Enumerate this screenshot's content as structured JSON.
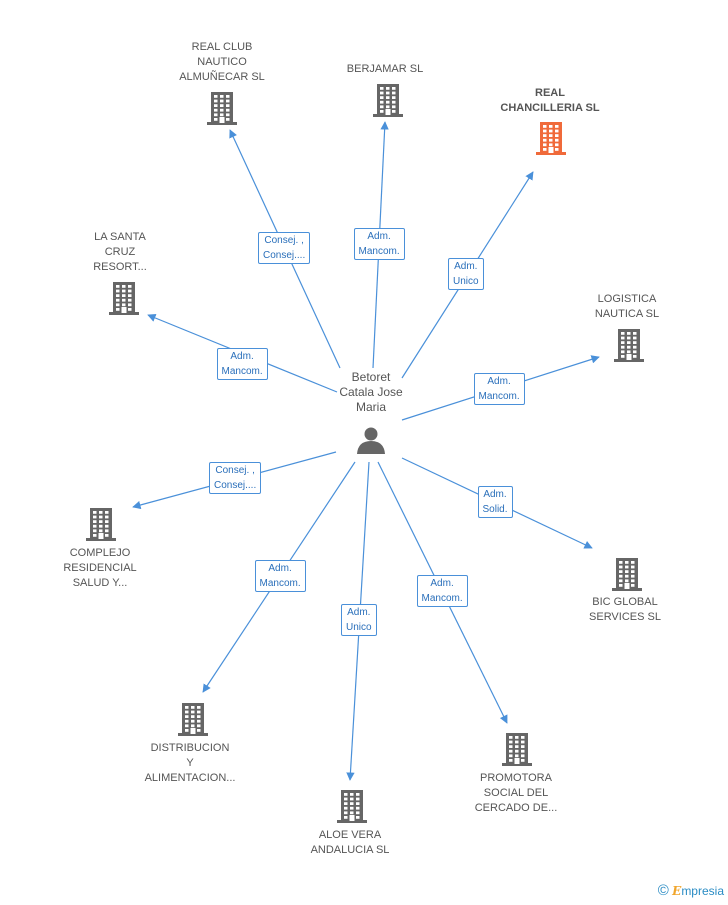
{
  "colors": {
    "edge": "#4a90d9",
    "building": "#666666",
    "highlight": "#f06a3a",
    "person": "#666666"
  },
  "center": {
    "name_lines": [
      "Betoret",
      "Catala Jose",
      "Maria"
    ],
    "icon": "person-icon"
  },
  "nodes": [
    {
      "id": "real-club",
      "lines": [
        "REAL CLUB",
        "NAUTICO",
        "ALMUÑECAR SL"
      ],
      "highlight": false,
      "role_lines": [
        "Consej. ,",
        "Consej...."
      ]
    },
    {
      "id": "berjamar",
      "lines": [
        "BERJAMAR SL"
      ],
      "highlight": false,
      "role_lines": [
        "Adm.",
        "Mancom."
      ]
    },
    {
      "id": "real-chancilleria",
      "lines": [
        "REAL",
        "CHANCILLERIA SL"
      ],
      "highlight": true,
      "role_lines": [
        "Adm.",
        "Unico"
      ]
    },
    {
      "id": "la-santa-cruz",
      "lines": [
        "LA SANTA",
        "CRUZ",
        "RESORT..."
      ],
      "highlight": false,
      "role_lines": [
        "Adm.",
        "Mancom."
      ]
    },
    {
      "id": "logistica-nautica",
      "lines": [
        "LOGISTICA",
        "NAUTICA SL"
      ],
      "highlight": false,
      "role_lines": [
        "Adm.",
        "Mancom."
      ]
    },
    {
      "id": "complejo-residencial",
      "lines": [
        "COMPLEJO",
        "RESIDENCIAL",
        "SALUD Y..."
      ],
      "highlight": false,
      "role_lines": [
        "Consej. ,",
        "Consej...."
      ]
    },
    {
      "id": "bic-global",
      "lines": [
        "BIC GLOBAL",
        "SERVICES  SL"
      ],
      "highlight": false,
      "role_lines": [
        "Adm.",
        "Solid."
      ]
    },
    {
      "id": "distribucion",
      "lines": [
        "DISTRIBUCION",
        "Y",
        "ALIMENTACION..."
      ],
      "highlight": false,
      "role_lines": [
        "Adm.",
        "Mancom."
      ]
    },
    {
      "id": "aloe-vera",
      "lines": [
        "ALOE VERA",
        "ANDALUCIA  SL"
      ],
      "highlight": false,
      "role_lines": [
        "Adm.",
        "Unico"
      ]
    },
    {
      "id": "promotora",
      "lines": [
        "PROMOTORA",
        "SOCIAL DEL",
        "CERCADO DE..."
      ],
      "highlight": false,
      "role_lines": [
        "Adm.",
        "Mancom."
      ]
    }
  ],
  "footer": {
    "copyright": "©",
    "brand_first": "E",
    "brand_rest": "mpresia"
  }
}
